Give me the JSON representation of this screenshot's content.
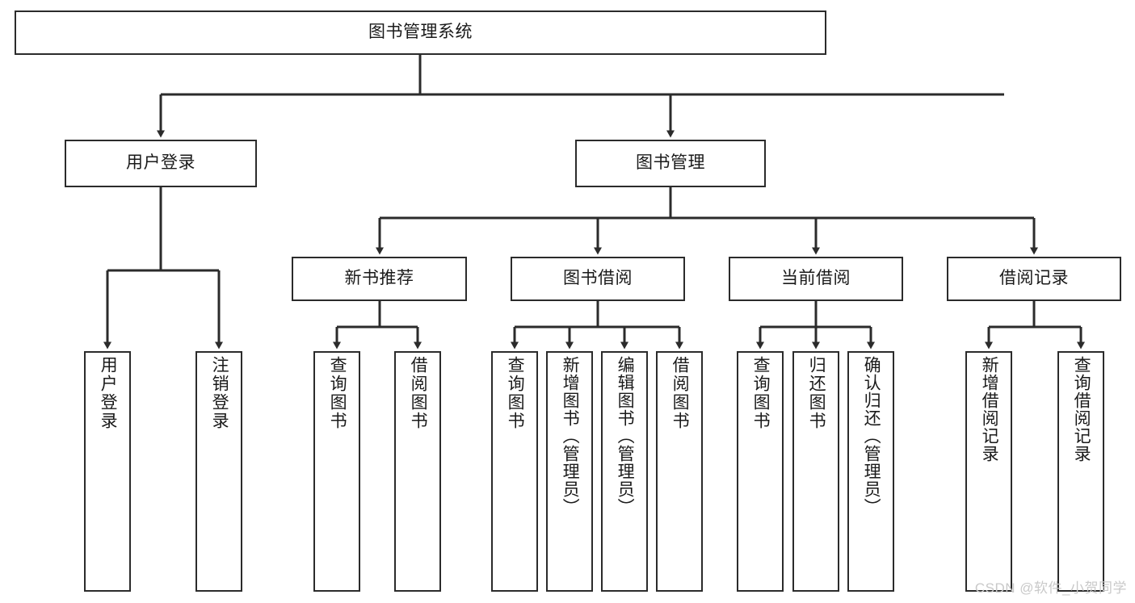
{
  "diagram": {
    "title": "图书管理系统",
    "type": "tree-hierarchy",
    "stroke_color": "#2b2b2b",
    "background_color": "#ffffff",
    "text_color": "#1a1a1a",
    "root": {
      "label": "图书管理系统"
    },
    "level2": [
      {
        "label": "用户登录"
      },
      {
        "label": "图书管理"
      }
    ],
    "level3": [
      {
        "label": "新书推荐"
      },
      {
        "label": "图书借阅"
      },
      {
        "label": "当前借阅"
      },
      {
        "label": "借阅记录"
      }
    ],
    "leaves": {
      "user_login": [
        {
          "label": "用户登录"
        },
        {
          "label": "注销登录"
        }
      ],
      "new_book_recommend": [
        {
          "label": "查询图书"
        },
        {
          "label": "借阅图书"
        }
      ],
      "book_borrow": [
        {
          "label": "查询图书"
        },
        {
          "label": "新增图书（管理员）"
        },
        {
          "label": "编辑图书（管理员）"
        },
        {
          "label": "借阅图书"
        }
      ],
      "current_borrow": [
        {
          "label": "查询图书"
        },
        {
          "label": "归还图书"
        },
        {
          "label": "确认归还（管理员）"
        }
      ],
      "borrow_record": [
        {
          "label": "新增借阅记录"
        },
        {
          "label": "查询借阅记录"
        }
      ]
    }
  },
  "watermark": {
    "text": "CSDN @软件_小贺同学"
  }
}
